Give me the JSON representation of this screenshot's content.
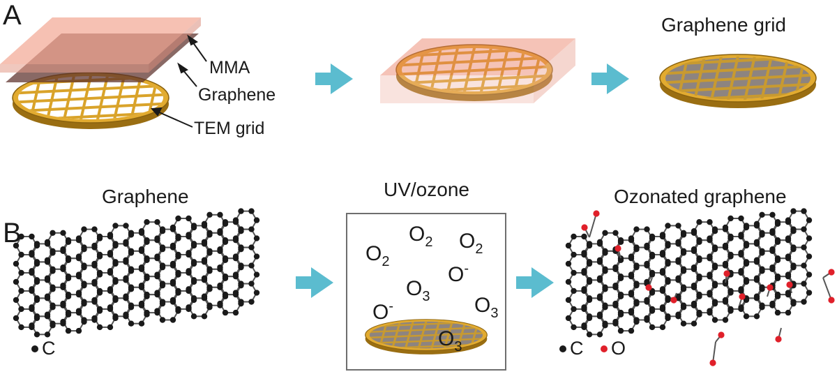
{
  "panel_a": {
    "letter": "A",
    "labels": {
      "mma": "MMA",
      "graphene": "Graphene",
      "tem_grid": "TEM grid"
    },
    "result_title": "Graphene grid"
  },
  "panel_b": {
    "letter": "B",
    "titles": {
      "graphene": "Graphene",
      "uv_ozone": "UV/ozone",
      "ozonated": "Ozonated graphene"
    },
    "molecules": [
      {
        "base": "O",
        "sub": "2",
        "sup": ""
      },
      {
        "base": "O",
        "sub": "2",
        "sup": ""
      },
      {
        "base": "O",
        "sub": "2",
        "sup": ""
      },
      {
        "base": "O",
        "sub": "",
        "sup": "-"
      },
      {
        "base": "O",
        "sub": "3",
        "sup": ""
      },
      {
        "base": "O",
        "sub": "",
        "sup": "-"
      },
      {
        "base": "O",
        "sub": "3",
        "sup": ""
      },
      {
        "base": "O",
        "sub": "3",
        "sup": ""
      }
    ],
    "legend": {
      "carbon": "C",
      "oxygen": "O"
    }
  },
  "colors": {
    "arrow": "#5bbccf",
    "grid_gold": "#d9a32a",
    "grid_gold_dark": "#9a6e12",
    "mma": "#f2b3a1",
    "graphene_sheet": "#6b3f38",
    "carbon": "#1a1a1a",
    "oxygen": "#e0202a",
    "box_border": "#6e6e6e"
  }
}
